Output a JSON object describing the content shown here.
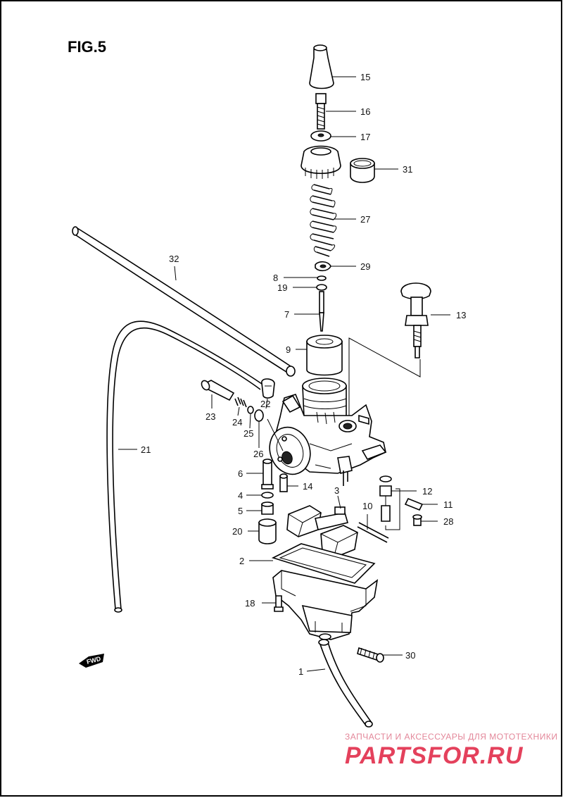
{
  "figure": {
    "title": "FIG.5"
  },
  "fwd_label": "FWD",
  "watermark": {
    "caption": "ЗАПЧАСТИ И АКСЕССУАРЫ ДЛЯ МОТОТЕХНИКИ",
    "brand": "PARTSFOR.RU",
    "brand_color": "#e02040"
  },
  "parts": {
    "p1": "1",
    "p2": "2",
    "p3": "3",
    "p4": "4",
    "p5": "5",
    "p6": "6",
    "p7": "7",
    "p8": "8",
    "p9": "9",
    "p10": "10",
    "p11": "11",
    "p12": "12",
    "p13": "13",
    "p14": "14",
    "p15": "15",
    "p16": "16",
    "p17": "17",
    "p18": "18",
    "p19": "19",
    "p20": "20",
    "p21": "21",
    "p22": "22",
    "p23": "23",
    "p24": "24",
    "p25": "25",
    "p26": "26",
    "p27": "27",
    "p28": "28",
    "p29": "29",
    "p30": "30",
    "p31": "31",
    "p32": "32"
  }
}
